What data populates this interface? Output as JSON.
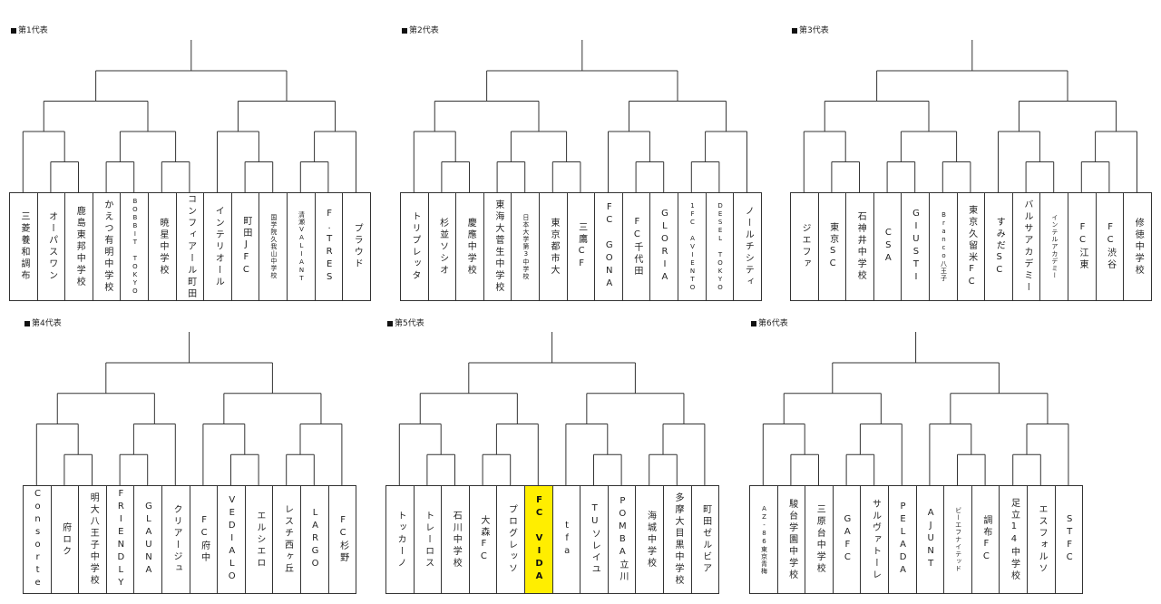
{
  "accent_color": "#ffee00",
  "blocks": [
    {
      "title": "第1代表",
      "teams": [
        "三菱養和調布",
        "オーパスワン",
        "鹿島東邦中学校",
        "かえつ有明中学校",
        "BOBBIT TOKYO",
        "暁星中学校",
        "コンフィアール町田",
        "インテリオール",
        "町田JFC",
        "国学院久我山中学校",
        "清瀬VALIANT",
        "F.TRES",
        "プラウド"
      ]
    },
    {
      "title": "第2代表",
      "teams": [
        "トリプレッタ",
        "杉並ソシオ",
        "慶應中学校",
        "東海大菅生中学校",
        "日本大学第3中学校",
        "東京都市大",
        "三鷹CF",
        "FC GONA",
        "FC千代田",
        "GLORIA",
        "1FC AVIENTO",
        "DESEL TOKYO",
        "ノールチシティ"
      ]
    },
    {
      "title": "第3代表",
      "teams": [
        "ジエファ",
        "東京SC",
        "石神井中学校",
        "CSA",
        "GIUSTI",
        "Branco八王子",
        "東京久留米FC",
        "すみだSC",
        "バルサアカデミー",
        "インテルアカデミー",
        "FC江東",
        "FC渋谷",
        "修徳中学校"
      ]
    },
    {
      "title": "第4代表",
      "teams": [
        "Consorte",
        "府ロク",
        "明大八王子中学校",
        "FRIENDLY",
        "GLAUNA",
        "クリアージュ",
        "FC府中",
        "VEDIALO",
        "エルシエロ",
        "レスチ西ヶ丘",
        "LARGO",
        "FC杉野"
      ]
    },
    {
      "title": "第5代表",
      "teams": [
        "トッカーノ",
        "トレーロス",
        "石川中学校",
        "大森FC",
        "プログレッソ",
        "FC VIDA",
        "tfa",
        "TUソレイユ",
        "POMBA立川",
        "海城中学校",
        "多摩大目黒中学校",
        "町田ゼルビア"
      ]
    },
    {
      "title": "第6代表",
      "teams": [
        "AZ-86東京青梅",
        "駿台学園中学校",
        "三原台中学校",
        "GAFC",
        "サルヴァトーレ",
        "PELADA",
        "AJUNT",
        "ビーエフナイテッド",
        "調布FC",
        "足立14中学校",
        "エスフォルソ",
        "STFC"
      ]
    }
  ]
}
